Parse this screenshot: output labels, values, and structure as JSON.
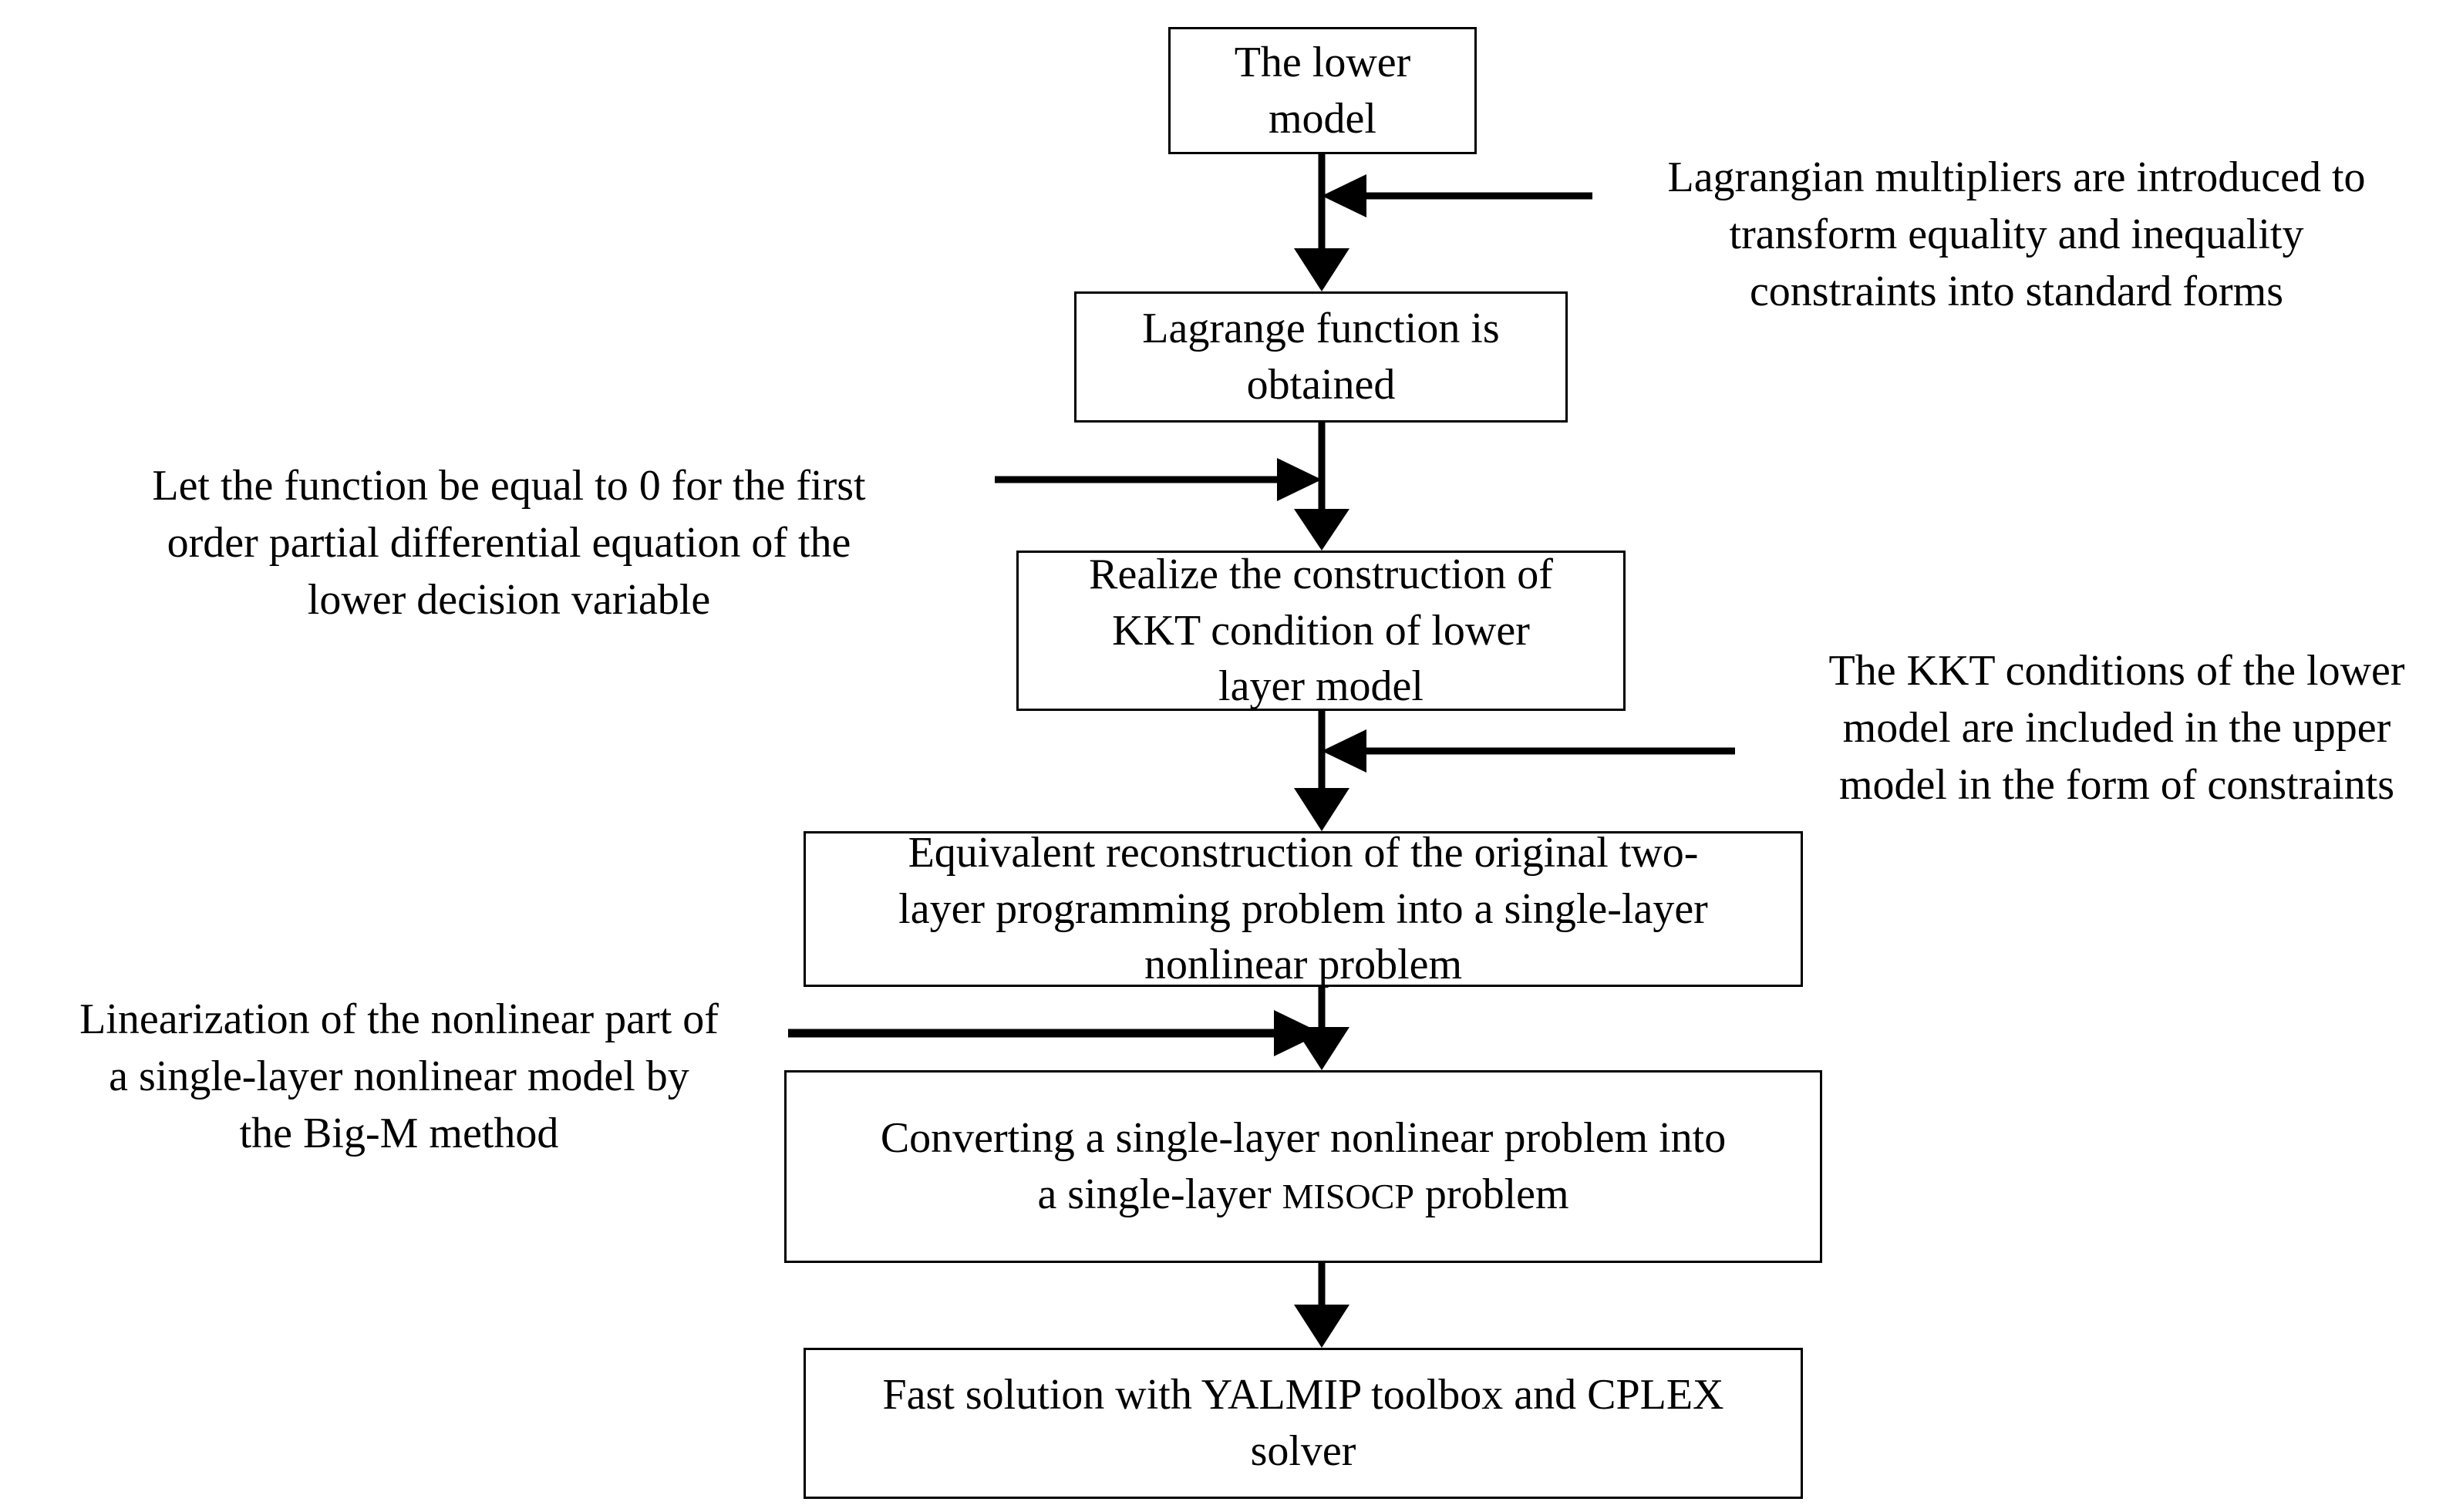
{
  "diagram": {
    "title": "Solution procedure of the bi-level optimization model",
    "type": "flowchart",
    "orientation": "top-to-bottom",
    "colors": {
      "background": "#ffffff",
      "stroke": "#000000",
      "text": "#000000",
      "box_fill": "#ffffff"
    },
    "nodes": [
      {
        "id": "node-lower-model",
        "label": "The lower\nmodel",
        "shape": "rectangle"
      },
      {
        "id": "node-lagrange-function",
        "label": "Lagrange function is\nobtained",
        "shape": "rectangle"
      },
      {
        "id": "node-kkt-condition",
        "label": "Realize the construction of\nKKT condition of lower\nlayer model",
        "shape": "rectangle"
      },
      {
        "id": "node-equivalent-reconstruction",
        "label": "Equivalent reconstruction of the original two-\nlayer programming problem into a single-layer\nnonlinear problem",
        "shape": "rectangle"
      },
      {
        "id": "node-misocp-conversion",
        "label_before": "Converting a single-layer nonlinear problem into\na single-layer ",
        "label_acronym": "MISOCP",
        "label_after": " problem",
        "shape": "rectangle"
      },
      {
        "id": "node-fast-solution",
        "label": "Fast solution with YALMIP toolbox and CPLEX\nsolver",
        "shape": "rectangle"
      }
    ],
    "annotations": [
      {
        "id": "anno-lagrangian-multipliers",
        "side": "right",
        "text": "Lagrangian multipliers are introduced to\ntransform equality and inequality\nconstraints into standard forms",
        "arrow_direction": "left"
      },
      {
        "id": "anno-first-order-derivative",
        "side": "left",
        "text": "Let the function be equal to 0 for the first\norder partial differential equation of the\nlower decision variable",
        "arrow_direction": "right"
      },
      {
        "id": "anno-kkt-upper-constraints",
        "side": "right",
        "text": "The KKT conditions of the lower\nmodel are included in the upper\nmodel in the form of constraints",
        "arrow_direction": "left"
      },
      {
        "id": "anno-big-m-linearization",
        "side": "left",
        "text": "Linearization of the nonlinear part of\na single-layer nonlinear model by\nthe Big-M method",
        "arrow_direction": "right"
      }
    ],
    "edges": [
      {
        "id": "edge-1",
        "from": "node-lower-model",
        "to": "node-lagrange-function"
      },
      {
        "id": "edge-2",
        "from": "node-lagrange-function",
        "to": "node-kkt-condition"
      },
      {
        "id": "edge-3",
        "from": "node-kkt-condition",
        "to": "node-equivalent-reconstruction"
      },
      {
        "id": "edge-4",
        "from": "node-equivalent-reconstruction",
        "to": "node-misocp-conversion"
      },
      {
        "id": "edge-5",
        "from": "node-misocp-conversion",
        "to": "node-fast-solution"
      }
    ]
  }
}
